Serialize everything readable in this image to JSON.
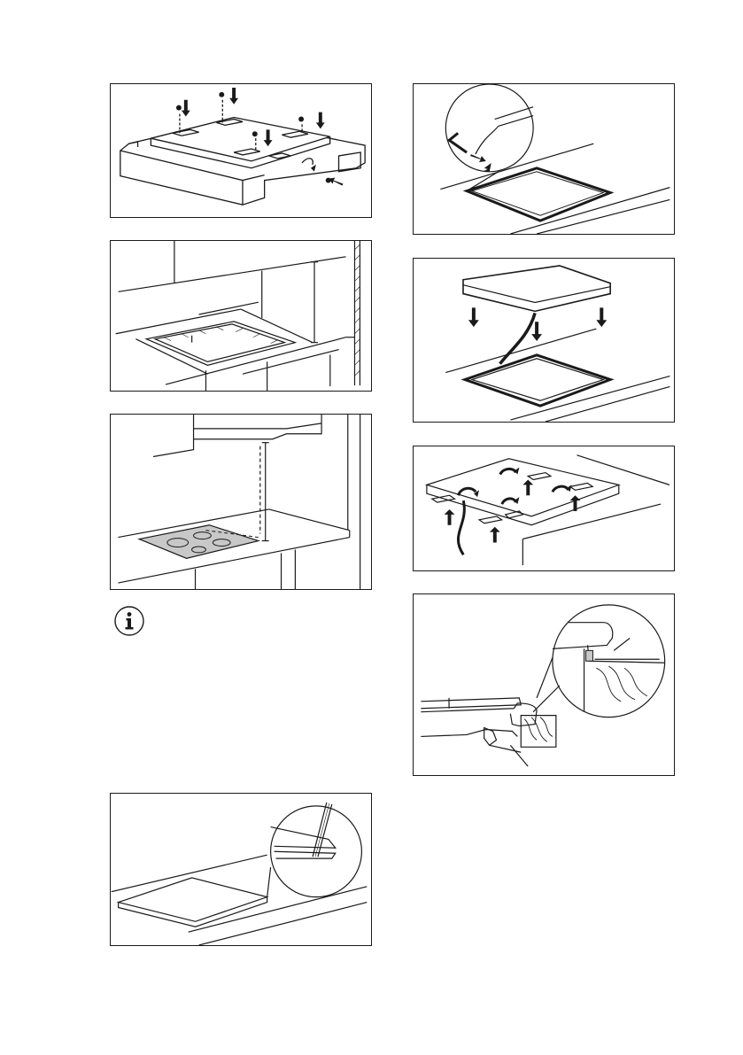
{
  "page": {
    "background": "#ffffff",
    "line_color": "#1a1a1a",
    "hob_fill": "#c8c8c8"
  },
  "figures": [
    {
      "id": "fig-frame-screws",
      "icon": "frame-screw-mounting"
    },
    {
      "id": "fig-cutout-dimensions",
      "icon": "worktop-cutout-dimensions"
    },
    {
      "id": "fig-hood-clearance",
      "icon": "hood-distance"
    },
    {
      "id": "fig-seal-cut",
      "icon": "seal-corner-trim"
    },
    {
      "id": "fig-seal-frame",
      "icon": "seal-on-frame"
    },
    {
      "id": "fig-hob-insert",
      "icon": "hob-lowering"
    },
    {
      "id": "fig-bracket-fix",
      "icon": "bracket-rotation"
    },
    {
      "id": "fig-section-detail",
      "icon": "edge-section-detail"
    }
  ],
  "info": {
    "icon": "info-icon"
  }
}
